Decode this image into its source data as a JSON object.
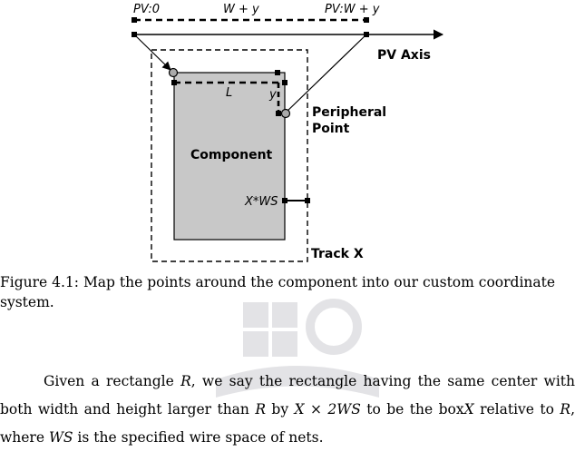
{
  "figure": {
    "labels": {
      "pv0": "PV:0",
      "w_plus_y": "W + y",
      "pv_w_y": "PV:W + y",
      "pv_axis": "PV Axis",
      "L": "L",
      "y": "y",
      "peripheral_line1": "Peripheral",
      "peripheral_line2": "Point",
      "component": "Component",
      "xws": "X*WS",
      "track_x": "Track X"
    }
  },
  "caption": {
    "prefix": "Figure 4.1:",
    "text": "Map the points around the component into our custom coordinate system."
  },
  "paragraph": {
    "t1": "Given a rectangle ",
    "m1": "R",
    "t2": ", we say the rectangle having the same center with both width and height larger than ",
    "m2": "R",
    "t3": " by ",
    "m3": "X × 2WS",
    "t4": " to be the box",
    "m4": "X",
    "t5": " relative to ",
    "m5": "R",
    "t6": ", where ",
    "m6": "WS",
    "t7": " is the specified wire space of nets."
  },
  "colors": {
    "component_fill": "#c8c8c8",
    "stroke": "#000000",
    "point_fill": "#aaaaaa"
  }
}
